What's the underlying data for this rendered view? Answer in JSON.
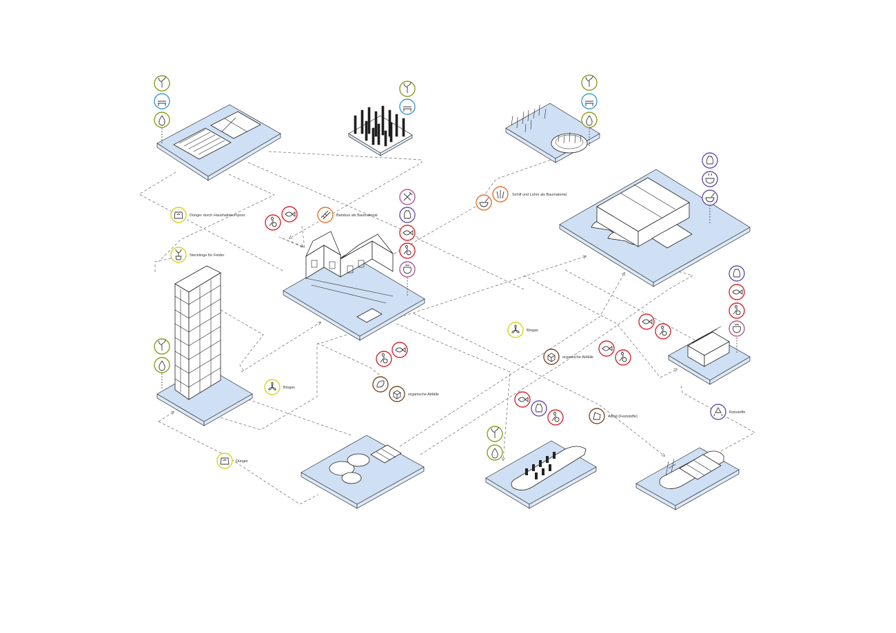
{
  "colors": {
    "platform": "#cfe0f4",
    "yellow": "#d6d21e",
    "olive": "#8f9a1f",
    "blue": "#3a9ad9",
    "red": "#d9252c",
    "purple": "#6a4fa8",
    "pink": "#b05a8e",
    "orange": "#e0722a",
    "brown": "#7a4a2a",
    "flow_line": "#777777"
  },
  "labels": {
    "duenger_haushaltskompost": "Dünger durch Haushaltskompost",
    "stecklinge_felder": "Stecklinge für Felder",
    "bambus_baumaterial": "Bambus als Baumaterial",
    "schilf_lehm_baumaterial": "Schilf und Lehm als Baumaterial",
    "biogas_center": "Biogas",
    "biogas_left": "Biogas",
    "organische_abfaelle_center": "organische Abfälle",
    "organische_abfaelle_right": "organische Abfälle",
    "abfall_feststoffe": "Abfall (Feststoffe)",
    "rohstoffe": "Rohstoffe",
    "duenger": "Dünger"
  },
  "icons": {
    "field_stack": [
      "plant-icon",
      "bench-icon",
      "water-drop-icon"
    ],
    "bamboo_stack": [
      "plant-icon",
      "bench-icon"
    ],
    "reed_stack": [
      "plant-icon",
      "bench-icon",
      "water-drop-icon"
    ],
    "houseboat_stack": [
      "vase-icon",
      "cup-icon",
      "bowl-icon"
    ],
    "house_stack": [
      "tools-icon",
      "vase-icon",
      "fish-icon",
      "vegetables-icon",
      "pot-icon"
    ],
    "tower_stack": [
      "plant-icon",
      "water-drop-icon"
    ],
    "market_stack": [
      "vase-icon",
      "fish-icon",
      "vegetables-icon",
      "pot-icon"
    ],
    "ship_stack": [
      "plant-icon",
      "water-drop-icon"
    ]
  }
}
